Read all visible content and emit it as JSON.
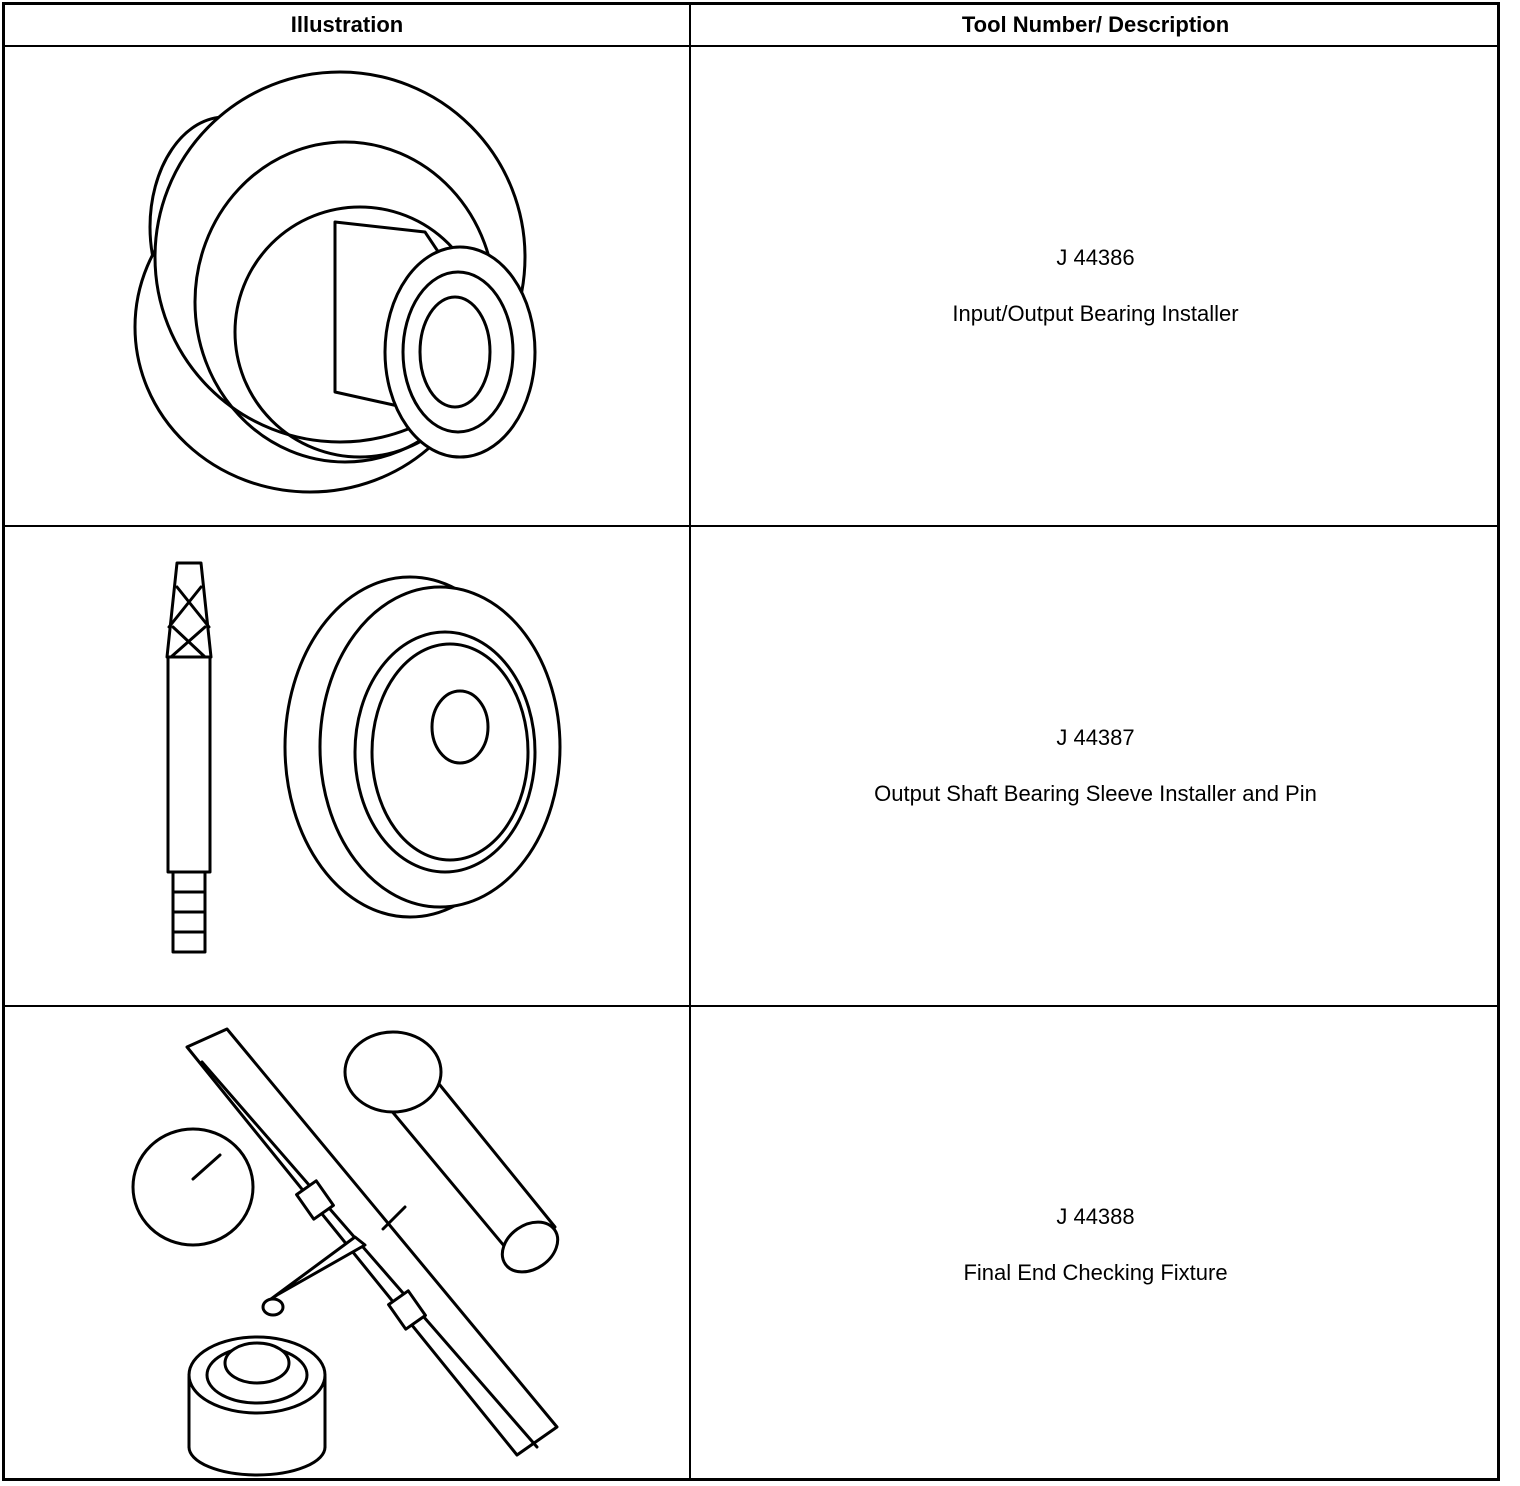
{
  "header": {
    "col_illustration": "Illustration",
    "col_description": "Tool Number/ Description"
  },
  "rows": [
    {
      "tool_number": "J 44386",
      "description": "Input/Output Bearing Installer",
      "illustration_icon": "bearing-installer-icon"
    },
    {
      "tool_number": "J 44387",
      "description": "Output Shaft Bearing Sleeve Installer and Pin",
      "illustration_icon": "sleeve-installer-and-pin-icon"
    },
    {
      "tool_number": "J 44388",
      "description": "Final End Checking Fixture",
      "illustration_icon": "end-checking-fixture-icon"
    }
  ]
}
